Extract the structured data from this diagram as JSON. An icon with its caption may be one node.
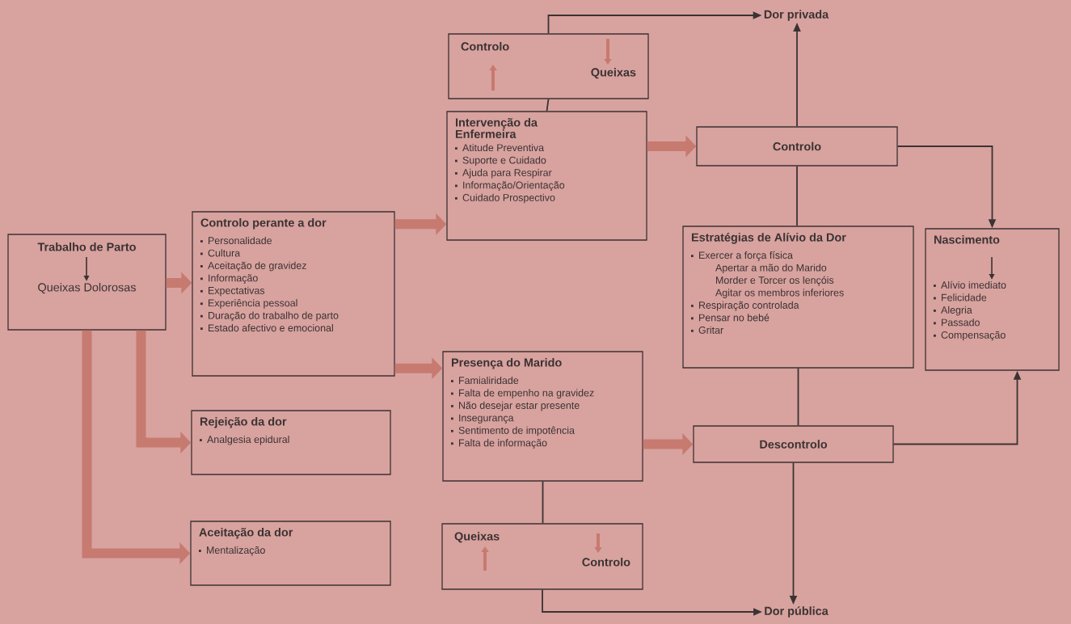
{
  "diagram": {
    "nodes": [
      {
        "text": [
          "Trabalho de Parto",
          "Queixas Dolorosas"
        ]
      },
      {
        "text": [
          "Controlo perante a dor",
          "Personalidade",
          "Cultura",
          "Aceitação de gravidez",
          "Informação",
          "Expectativas",
          "Experiência pessoal",
          "Duração do trabalho de parto",
          "Estado afectivo e emocional"
        ]
      },
      {
        "text": [
          "Rejeição da dor",
          "Analgesia epidural"
        ]
      },
      {
        "text": [
          "Aceitação da dor",
          "Mentalização"
        ]
      },
      {
        "text": [
          "Controlo",
          "Queixas"
        ]
      },
      {
        "text": [
          "Intervenção da Enfermeira",
          "Atitude Preventiva",
          "Suporte e Cuidado",
          "Ajuda para Respirar",
          "Informação/Orientação",
          "Cuidado Prospectivo"
        ]
      },
      {
        "text": [
          "Presença do Marido",
          "Famialiridade",
          "Falta de empenho na gravidez",
          "Não desejar estar presente",
          "Insegurança",
          "Sentimento de impotência",
          "Falta de informação"
        ]
      },
      {
        "text": [
          "Queixas",
          "Controlo"
        ]
      },
      {
        "text": [
          "Dor privada"
        ]
      },
      {
        "text": [
          "Controlo"
        ]
      },
      {
        "text": [
          "Estratégias de Alívio da Dor",
          "Exercer a força física",
          "Apertar a mão do Marido",
          "Morder e Torcer os lençóis",
          "Agitar os membros inferiores",
          "Respiração controlada",
          "Pensar no bebé",
          "Gritar"
        ]
      },
      {
        "text": [
          "Nascimento",
          "Alívio imediato",
          "Felicidade",
          "Alegria",
          "Passado",
          "Compensação"
        ]
      },
      {
        "text": [
          "Descontrolo"
        ]
      },
      {
        "text": [
          "Dor pública"
        ]
      }
    ],
    "edges": [
      {
        "from": 0,
        "to": 1,
        "arrow": "to",
        "style": "thick",
        "color": "#c77a70"
      },
      {
        "from": 0,
        "to": 2,
        "arrow": "to",
        "style": "thick",
        "color": "#c77a70"
      },
      {
        "from": 0,
        "to": 3,
        "arrow": "to",
        "style": "thick",
        "color": "#c77a70"
      },
      {
        "from": 1,
        "to": 5,
        "arrow": "to",
        "style": "thick",
        "color": "#c77a70"
      },
      {
        "from": 1,
        "to": 6,
        "arrow": "to",
        "style": "thick",
        "color": "#c77a70"
      },
      {
        "from": 4,
        "to": 5,
        "arrow": "none"
      },
      {
        "from": 4,
        "to": 8,
        "arrow": "to"
      },
      {
        "from": 5,
        "to": 9,
        "arrow": "to",
        "style": "thick",
        "color": "#c77a70"
      },
      {
        "from": 9,
        "to": 8,
        "arrow": "to"
      },
      {
        "from": 9,
        "to": 10,
        "arrow": "none"
      },
      {
        "from": 9,
        "to": 11,
        "arrow": "to"
      },
      {
        "from": 6,
        "to": 12,
        "arrow": "to",
        "style": "thick",
        "color": "#c77a70"
      },
      {
        "from": 6,
        "to": 7,
        "arrow": "none"
      },
      {
        "from": 7,
        "to": 13,
        "arrow": "to"
      },
      {
        "from": 10,
        "to": 12,
        "arrow": "none"
      },
      {
        "from": 12,
        "to": 11,
        "arrow": "to"
      },
      {
        "from": 12,
        "to": 13,
        "arrow": "to"
      }
    ]
  }
}
